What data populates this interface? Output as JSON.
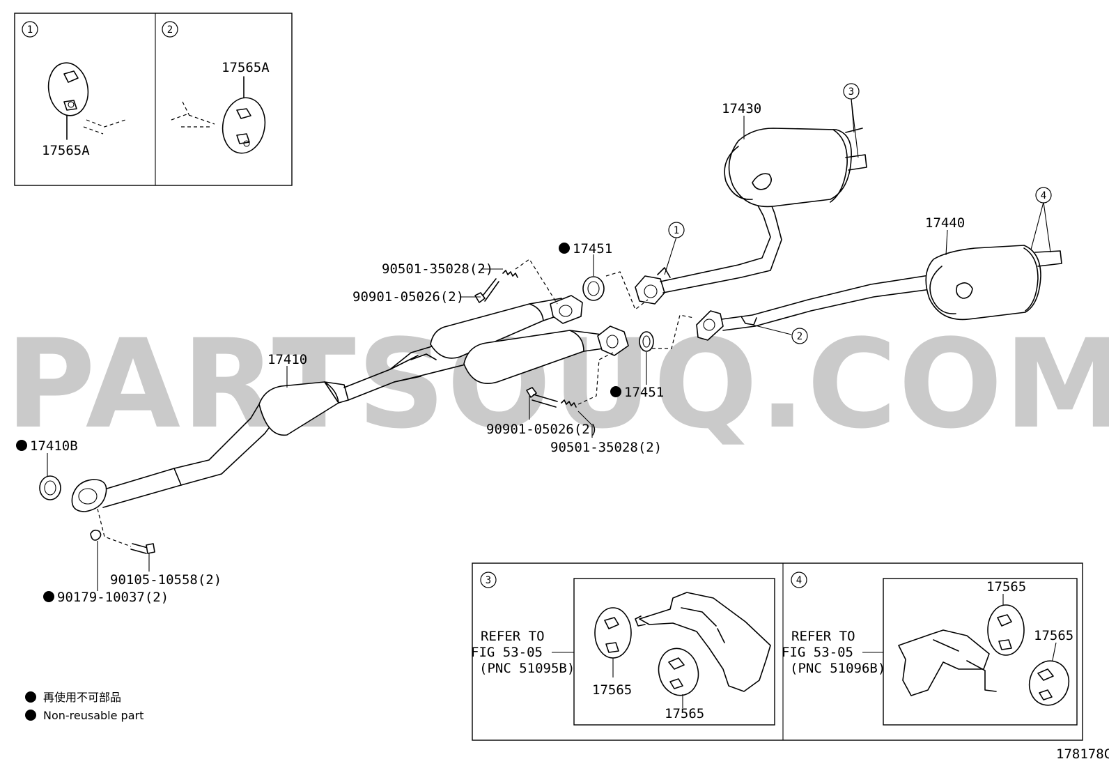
{
  "watermark": "PARTSOUQ.COM",
  "figure_id": "178178C",
  "legend": {
    "line1": "再使用不可部品",
    "line2": "Non-reusable part"
  },
  "callouts": {
    "c1": "1",
    "c2": "2",
    "c3": "3",
    "c4": "4"
  },
  "parts": {
    "p_17565A_a": "17565A",
    "p_17565A_b": "17565A",
    "p_17430": "17430",
    "p_17440": "17440",
    "p_17451_upper": "17451",
    "p_17451_lower": "17451",
    "p_17410": "17410",
    "p_17410B": "17410B",
    "p_bolt_upper": "90901-05026(2)",
    "p_spring_upper": "90501-35028(2)",
    "p_bolt_lower": "90901-05026(2)",
    "p_spring_lower": "90501-35028(2)",
    "p_90105": "90105-10558(2)",
    "p_90179": "90179-10037(2)",
    "p_17565_3a": "17565",
    "p_17565_3b": "17565",
    "p_17565_4a": "17565",
    "p_17565_4b": "17565"
  },
  "refer3": {
    "l1": "REFER TO",
    "l2": "FIG 53-05",
    "l3": "(PNC 51095B)"
  },
  "refer4": {
    "l1": "REFER TO",
    "l2": "FIG 53-05",
    "l3": "(PNC 51096B)"
  }
}
